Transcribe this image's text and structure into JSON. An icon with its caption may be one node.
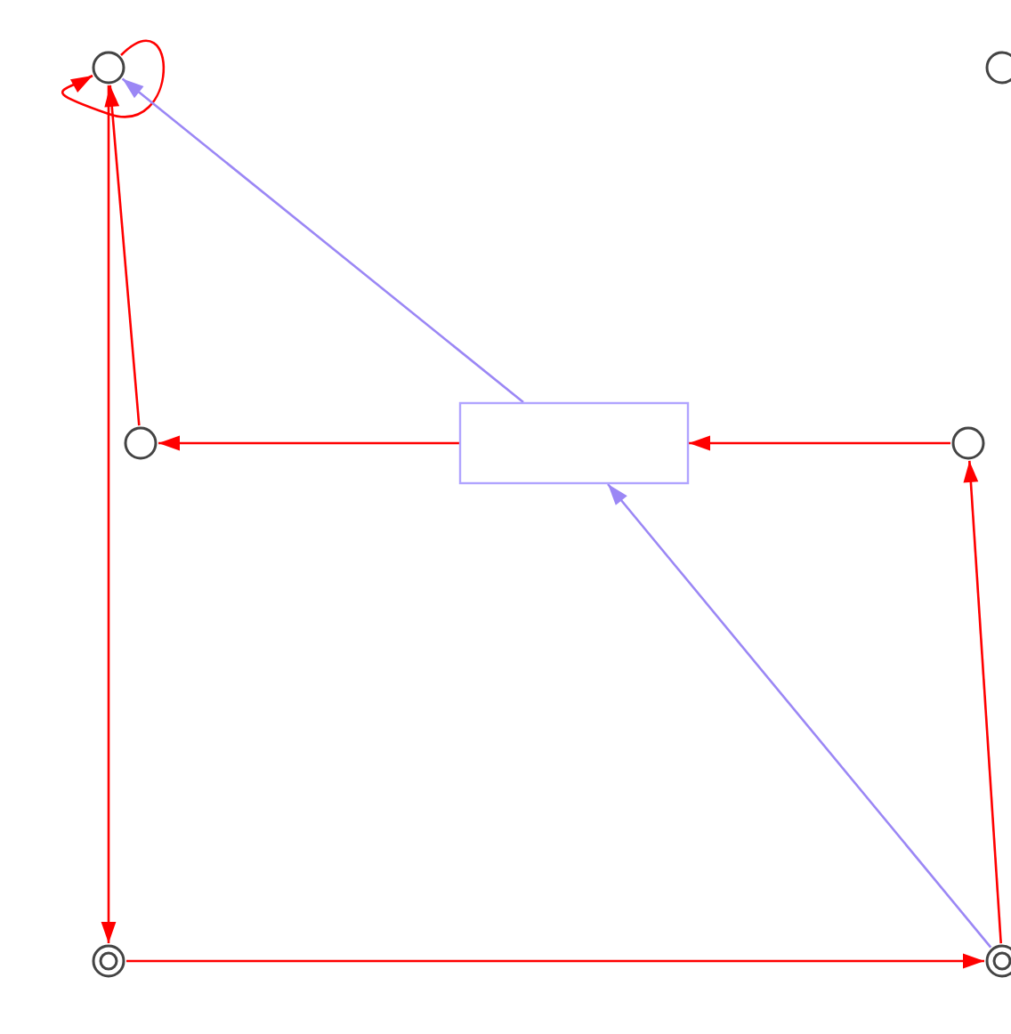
{
  "diagram": {
    "nodes": [
      {
        "text": [],
        "shape": "circle"
      },
      {
        "text": [],
        "shape": "circle"
      },
      {
        "text": [],
        "shape": "circle"
      },
      {
        "text": [],
        "shape": "box"
      },
      {
        "text": [],
        "shape": "circle"
      },
      {
        "text": [],
        "shape": "doublecircle"
      },
      {
        "text": [],
        "shape": "doublecircle"
      }
    ],
    "edges": [
      {
        "from": 0,
        "to": 0,
        "arrow": "to"
      },
      {
        "from": 0,
        "to": 5,
        "arrow": "to"
      },
      {
        "from": 2,
        "to": 0,
        "arrow": "to"
      },
      {
        "from": 3,
        "to": 2,
        "arrow": "to"
      },
      {
        "from": 3,
        "to": 0,
        "arrow": "to",
        "color": "#9b87f5"
      },
      {
        "from": 4,
        "to": 3,
        "arrow": "to"
      },
      {
        "from": 6,
        "to": 4,
        "arrow": "to"
      },
      {
        "from": 6,
        "to": 3,
        "arrow": "to",
        "color": "#9b87f5"
      },
      {
        "from": 5,
        "to": 6,
        "arrow": "to"
      }
    ]
  }
}
